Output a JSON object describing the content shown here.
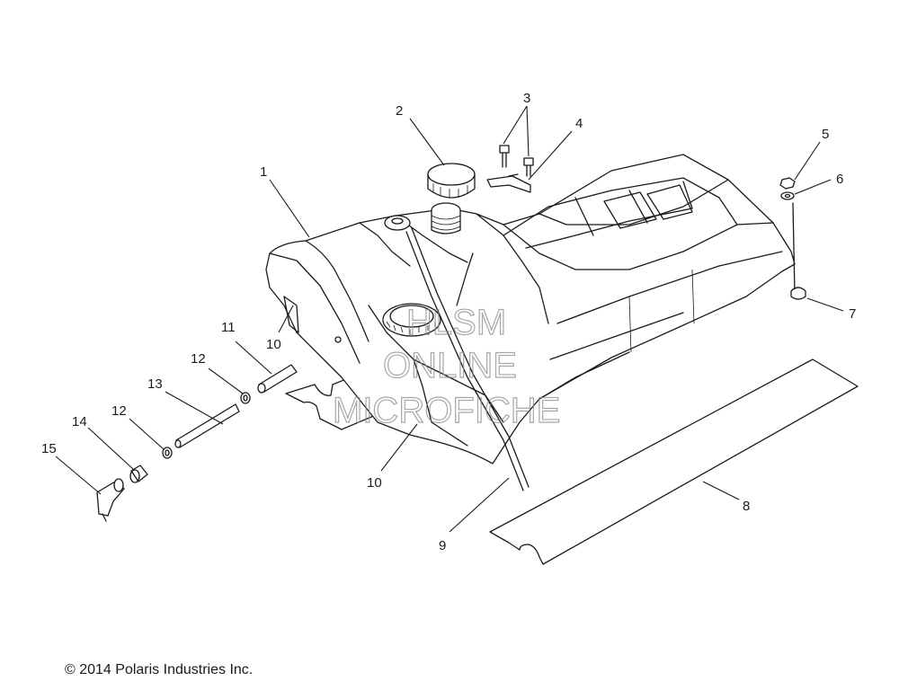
{
  "diagram": {
    "callouts": {
      "c1": "1",
      "c2": "2",
      "c3": "3",
      "c4": "4",
      "c5": "5",
      "c6": "6",
      "c7": "7",
      "c8": "8",
      "c9": "9",
      "c10a": "10",
      "c10b": "10",
      "c11": "11",
      "c12a": "12",
      "c12b": "12",
      "c13": "13",
      "c14": "14",
      "c15": "15"
    },
    "watermark": {
      "line1": "HLSM",
      "line2": "ONLINE",
      "line3": "MICROFICHE"
    }
  },
  "footer": {
    "copyright": "© 2014 Polaris Industries Inc."
  }
}
